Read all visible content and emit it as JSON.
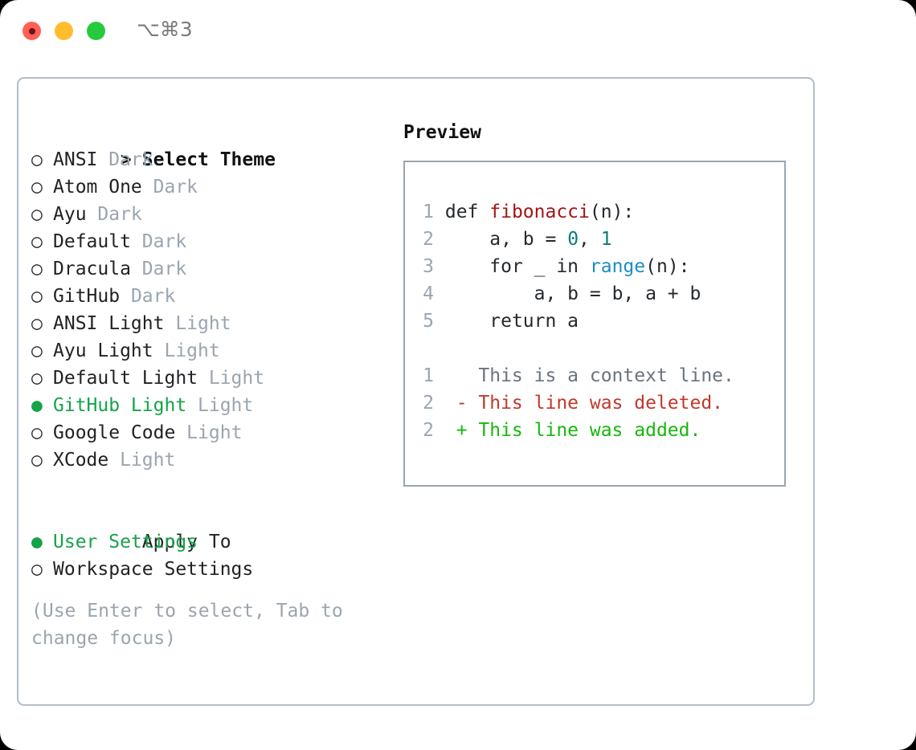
{
  "titlebar": {
    "shortcut": "⌥⌘3",
    "buttons": [
      {
        "name": "close",
        "color": "#ff5f56"
      },
      {
        "name": "minimize",
        "color": "#ffbd2e"
      },
      {
        "name": "maximize",
        "color": "#27c93f"
      }
    ]
  },
  "theme_picker": {
    "heading": "Select Theme",
    "heading_marker": ">",
    "marker_selected": "●",
    "marker_unselected": "○",
    "items": [
      {
        "name": "ANSI",
        "tag": "Dark",
        "selected": false
      },
      {
        "name": "Atom One",
        "tag": "Dark",
        "selected": false
      },
      {
        "name": "Ayu",
        "tag": "Dark",
        "selected": false
      },
      {
        "name": "Default",
        "tag": "Dark",
        "selected": false
      },
      {
        "name": "Dracula",
        "tag": "Dark",
        "selected": false
      },
      {
        "name": "GitHub",
        "tag": "Dark",
        "selected": false
      },
      {
        "name": "ANSI Light",
        "tag": "Light",
        "selected": false
      },
      {
        "name": "Ayu Light",
        "tag": "Light",
        "selected": false
      },
      {
        "name": "Default Light",
        "tag": "Light",
        "selected": false
      },
      {
        "name": "GitHub Light",
        "tag": "Light",
        "selected": true
      },
      {
        "name": "Google Code",
        "tag": "Light",
        "selected": false
      },
      {
        "name": "XCode",
        "tag": "Light",
        "selected": false
      }
    ]
  },
  "apply_to": {
    "heading": "Apply To",
    "items": [
      {
        "name": "User Settings",
        "selected": true
      },
      {
        "name": "Workspace Settings",
        "selected": false
      }
    ]
  },
  "hint": "(Use Enter to select, Tab to change focus)",
  "preview": {
    "title": "Preview",
    "code_lines": [
      {
        "no": "1",
        "tokens": [
          {
            "t": "def ",
            "c": "kw"
          },
          {
            "t": "fibonacci",
            "c": "fn"
          },
          {
            "t": "(n):",
            "c": "plain"
          }
        ]
      },
      {
        "no": "2",
        "tokens": [
          {
            "t": "    a, b = ",
            "c": "plain"
          },
          {
            "t": "0",
            "c": "num"
          },
          {
            "t": ", ",
            "c": "plain"
          },
          {
            "t": "1",
            "c": "num"
          }
        ]
      },
      {
        "no": "3",
        "tokens": [
          {
            "t": "    for _ in ",
            "c": "kw"
          },
          {
            "t": "range",
            "c": "call"
          },
          {
            "t": "(n):",
            "c": "plain"
          }
        ]
      },
      {
        "no": "4",
        "tokens": [
          {
            "t": "        a, b = b, a + b",
            "c": "plain"
          }
        ]
      },
      {
        "no": "5",
        "tokens": [
          {
            "t": "    return a",
            "c": "kw"
          }
        ]
      }
    ],
    "diff_lines": [
      {
        "no": "1",
        "sign": " ",
        "text": "This is a context line.",
        "kind": "ctx"
      },
      {
        "no": "2",
        "sign": "-",
        "text": "This line was deleted.",
        "kind": "del"
      },
      {
        "no": "2",
        "sign": "+",
        "text": "This line was added.",
        "kind": "add"
      }
    ]
  },
  "colors": {
    "accent_green": "#16a34a",
    "muted": "#9aa5b1",
    "border": "#b3bcc9",
    "panel_border": "#9aa5b1",
    "diff_delete": "#c0392b",
    "diff_add": "#16b80c",
    "code_function": "#a31515",
    "code_number": "#0b7b7b",
    "code_call": "#1a8fc1"
  }
}
